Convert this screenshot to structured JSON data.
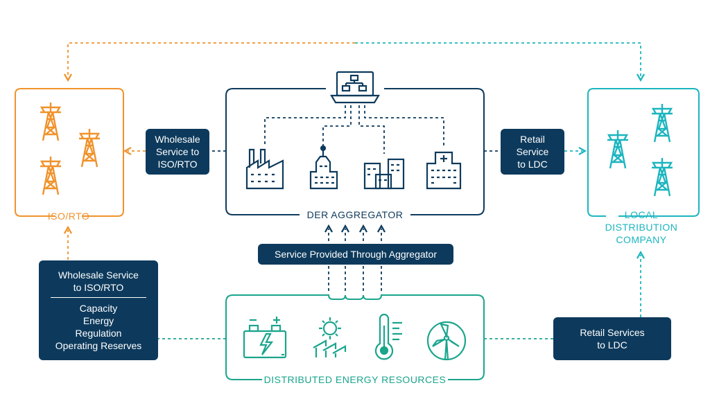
{
  "colors": {
    "orange": "#f0922b",
    "teal": "#1bb5bf",
    "green": "#1aa58c",
    "navy": "#0d3a5c"
  },
  "iso_rto": {
    "label": "ISO/RTO",
    "icons": [
      "transmission-tower-icon",
      "transmission-tower-icon",
      "transmission-tower-icon"
    ]
  },
  "ldc": {
    "label_lines": [
      "LOCAL",
      "DISTRIBUTION",
      "COMPANY"
    ],
    "icons": [
      "transmission-tower-icon",
      "transmission-tower-icon",
      "transmission-tower-icon"
    ]
  },
  "der_aggregator": {
    "label": "DER AGGREGATOR",
    "icons": [
      "laptop-network-icon",
      "factory-icon",
      "tower-building-icon",
      "office-buildings-icon",
      "hospital-icon"
    ]
  },
  "der_resources": {
    "label": "DISTRIBUTED ENERGY RESOURCES",
    "icons": [
      "battery-icon",
      "solar-panel-icon",
      "thermostat-icon",
      "wind-turbine-icon"
    ]
  },
  "badges": {
    "wholesale_small": [
      "Wholesale",
      "Service to",
      "ISO/RTO"
    ],
    "retail_small": [
      "Retail",
      "Service",
      "to LDC"
    ],
    "service_through_aggregator": "Service Provided Through Aggregator",
    "wholesale_large_title": [
      "Wholesale Service",
      "to ISO/RTO"
    ],
    "wholesale_large_items": [
      "Capacity",
      "Energy",
      "Regulation",
      "Operating Reserves"
    ],
    "retail_services": [
      "Retail Services",
      "to LDC"
    ]
  }
}
